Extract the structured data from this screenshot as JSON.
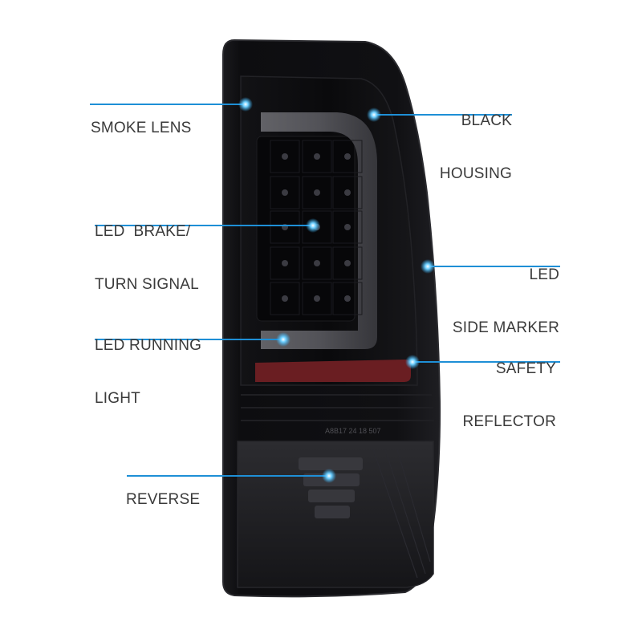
{
  "callouts": {
    "smoke_lens": {
      "lines": [
        "SMOKE LENS"
      ]
    },
    "black_housing": {
      "lines": [
        "BLACK",
        "HOUSING"
      ]
    },
    "brake_turn": {
      "lines": [
        "LED  BRAKE/",
        "TURN SIGNAL"
      ]
    },
    "side_marker": {
      "lines": [
        "LED",
        "SIDE MARKER"
      ]
    },
    "running_light": {
      "lines": [
        "LED RUNNING",
        "LIGHT"
      ]
    },
    "safety_reflector": {
      "lines": [
        "SAFETY",
        "REFLECTOR"
      ]
    },
    "reverse": {
      "lines": [
        "REVERSE"
      ]
    }
  },
  "housing_marking": "A8B17 24 18 507",
  "colors": {
    "callout_line": "#1e8fd6",
    "callout_dot": "#33b5ff",
    "label_text": "#3a3a3a",
    "housing": "#0b0b0d",
    "reflector": "#6a1e22"
  }
}
